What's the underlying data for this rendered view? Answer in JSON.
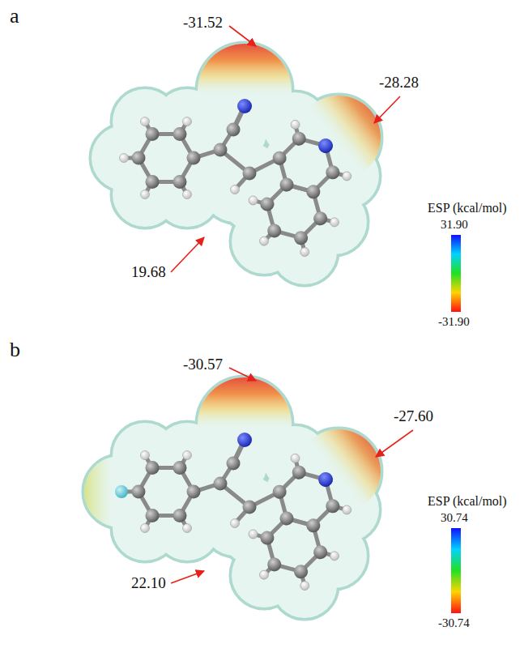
{
  "diagram": {
    "labels": [
      "a",
      "-31.52",
      "-28.28",
      "19.68",
      "ESP (kcal/mol)",
      "31.90",
      "-31.90",
      "b",
      "-30.57",
      "-27.60",
      "22.10",
      "ESP (kcal/mol)",
      "30.74",
      "-30.74"
    ]
  }
}
